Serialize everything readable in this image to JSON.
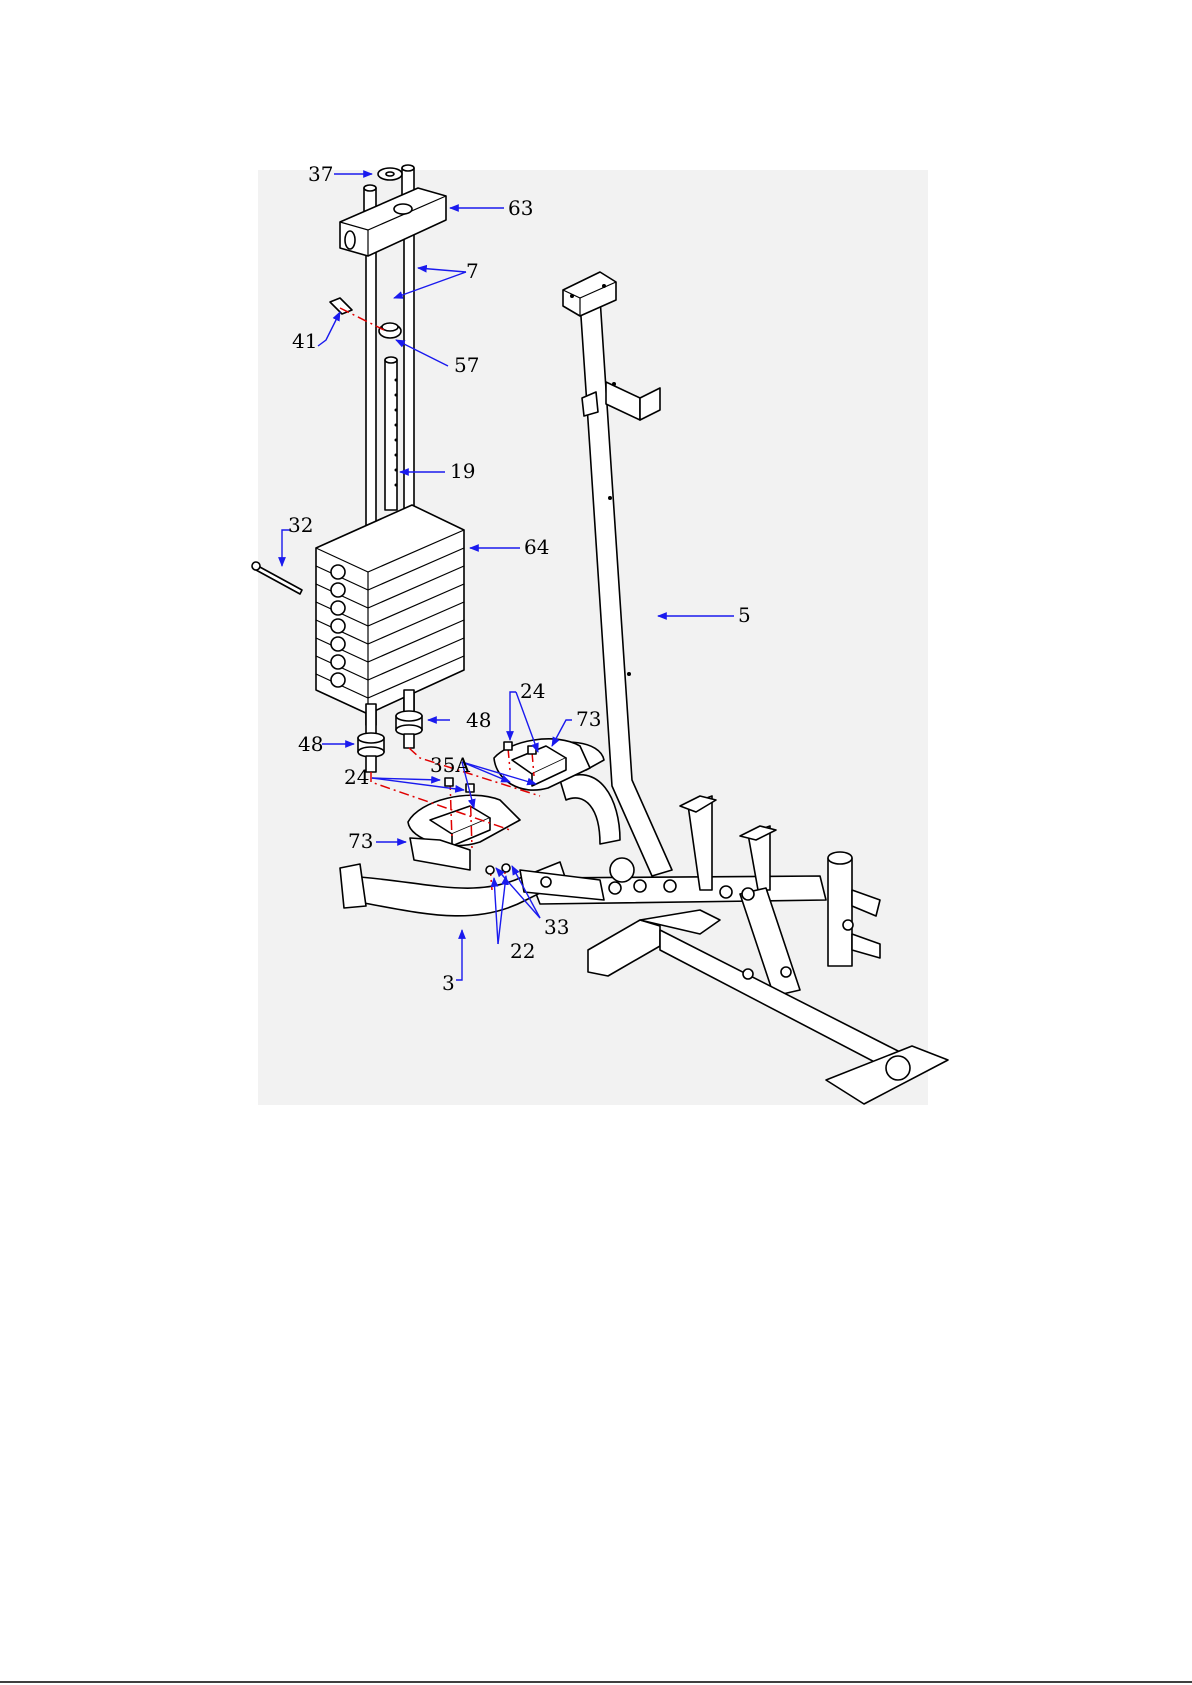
{
  "diagram": {
    "labels": {
      "l37": "37",
      "l63": "63",
      "l7": "7",
      "l41": "41",
      "l57": "57",
      "l19": "19",
      "l32": "32",
      "l64": "64",
      "l5": "5",
      "l24a": "24",
      "l73a": "73",
      "l48a": "48",
      "l48b": "48",
      "l35a": "35A",
      "l24b": "24",
      "l73b": "73",
      "l33": "33",
      "l22": "22",
      "l3": "3"
    },
    "colors": {
      "leader": "#1a1aee",
      "dash": "#e00000",
      "line": "#000000"
    }
  }
}
